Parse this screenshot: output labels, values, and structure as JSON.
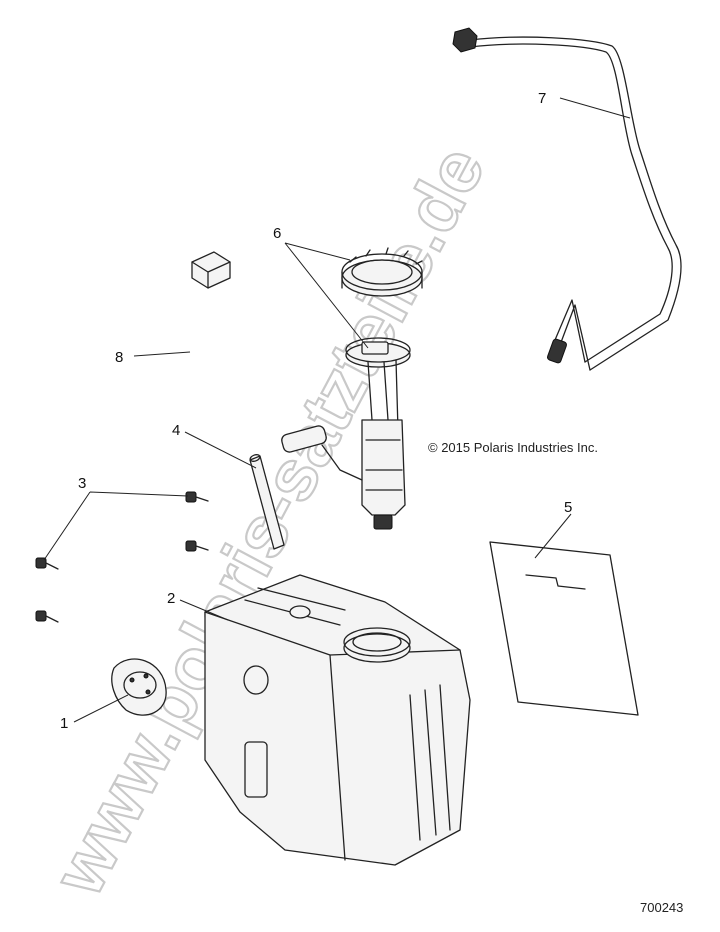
{
  "copyright": "© 2015 Polaris Industries Inc.",
  "figure_number": "700243",
  "watermark": "www.polaris-satzteile.de",
  "callouts": [
    {
      "id": "1",
      "label": "1"
    },
    {
      "id": "2",
      "label": "2"
    },
    {
      "id": "3",
      "label": "3"
    },
    {
      "id": "4",
      "label": "4"
    },
    {
      "id": "5",
      "label": "5"
    },
    {
      "id": "6",
      "label": "6"
    },
    {
      "id": "7",
      "label": "7"
    },
    {
      "id": "8",
      "label": "8"
    }
  ]
}
